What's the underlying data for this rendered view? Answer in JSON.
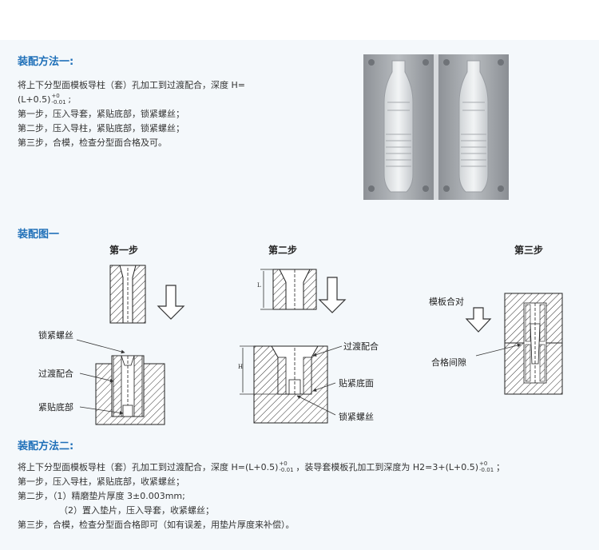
{
  "method1": {
    "heading": "装配方法一:",
    "line1": "将上下分型面模板导柱（套）孔加工到过渡配合，深度 H=",
    "line2_main": "(L+0.5)",
    "line2_tol_upper": "+0",
    "line2_tol_lower": "-0.01",
    "line2_end": ";",
    "line3": "第一步，压入导套，紧贴底部，锁紧螺丝；",
    "line4": "第二步，压入导柱，紧贴底部，锁紧螺丝；",
    "line5": "第三步，合模，检查分型面合格及可。"
  },
  "diagram": {
    "heading": "装配图一",
    "step1_title": "第一步",
    "step2_title": "第二步",
    "step3_title": "第三步",
    "step1_label_screw": "锁紧螺丝",
    "step1_label_fit": "过渡配合",
    "step1_label_bottom": "紧贴底部",
    "step2_label_fit": "过渡配合",
    "step2_label_bottom": "贴紧底面",
    "step2_label_screw": "锁紧螺丝",
    "step2_dim_L": "L",
    "step2_dim_H": "H",
    "step3_label_close": "模板合对",
    "step3_label_gap": "合格间隙"
  },
  "method2": {
    "heading": "装配方法二:",
    "line1_a": "将上下分型面模板导柱（套）孔加工到过渡配合，深度 H=(L+0.5)",
    "line1_tol1_upper": "+0",
    "line1_tol1_lower": "-0.01",
    "line1_b": "，装导套模板孔加工到深度为 H2=3+(L+0.5)",
    "line1_tol2_upper": "+0",
    "line1_tol2_lower": "-0.01",
    "line1_c": "；",
    "line2": "第一步，压入导柱，紧贴底部，收紧螺丝；",
    "line3": "第二步，（1）精磨垫片厚度 3±0.003mm;",
    "line4": "（2）置入垫片，压入导套，收紧螺丝；",
    "line5": "第三步，合模，检查分型面合格即可（如有误差，用垫片厚度来补偿）。"
  },
  "colors": {
    "accent": "#1e6fb8",
    "panel": "#f4f8fb",
    "hatch": "#333333"
  }
}
